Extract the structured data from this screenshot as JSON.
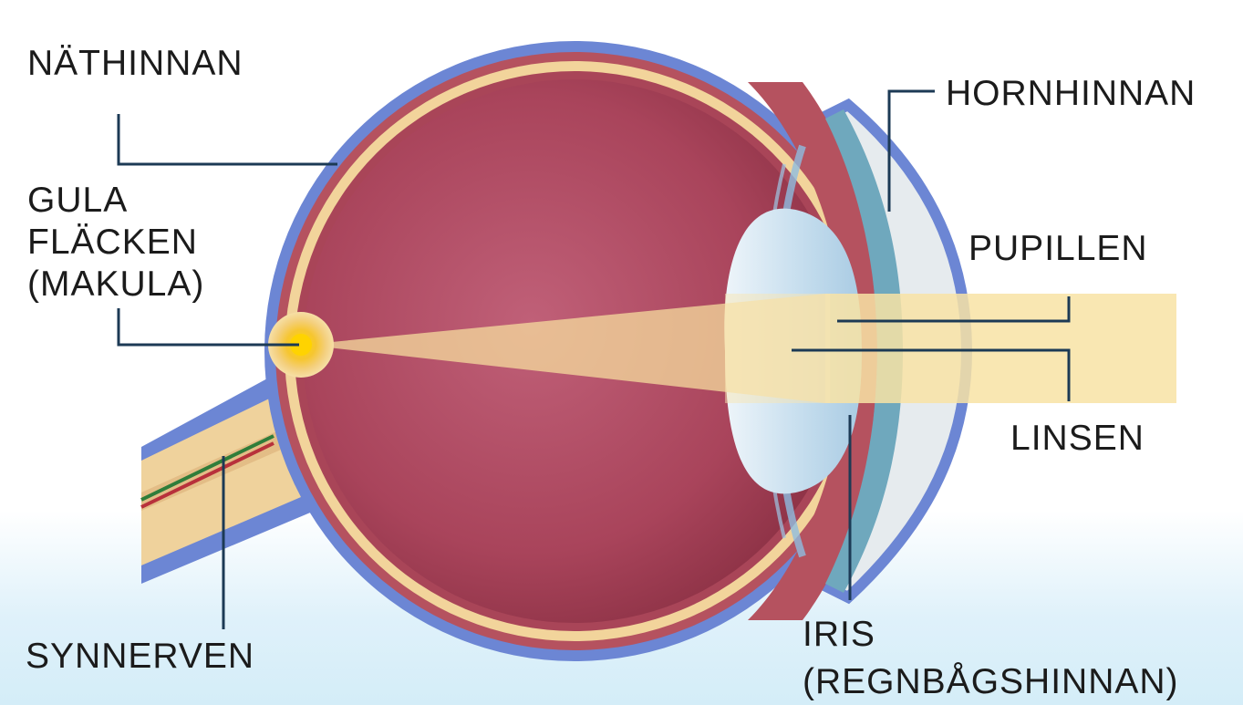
{
  "labels": {
    "nathinnan": "NÄTHINNAN",
    "gula_line1": "GULA",
    "gula_line2": "FLÄCKEN",
    "gula_line3": "(MAKULA)",
    "synnerven": "SYNNERVEN",
    "hornhinnan": "HORNHINNAN",
    "pupillen": "PUPILLEN",
    "linsen": "LINSEN",
    "iris_line1": "IRIS",
    "iris_line2": "(REGNBÅGSHINNAN)"
  },
  "colors": {
    "sclera": "#6c86d4",
    "choroid": "#b44e5d",
    "retina": "#f2d49b",
    "vitreous": "#b14a62",
    "cornea": "#e4e9ec",
    "lens": "#c7dfee",
    "iris": "#6ea9bd",
    "light_beam": "#f9e6a8",
    "macula": "#f4c623",
    "leader_line": "#1c3a55"
  }
}
